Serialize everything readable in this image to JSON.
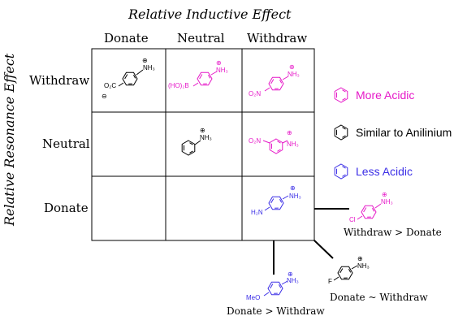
{
  "title": "Relative Inductive Effect",
  "y_title": "Relative Resonance Effect",
  "columns": [
    "Donate",
    "Neutral",
    "Withdraw"
  ],
  "rows": [
    "Withdraw",
    "Neutral",
    "Donate"
  ],
  "legend": [
    {
      "label": "More Acidic",
      "color": "#e619c8"
    },
    {
      "label": "Similar to Anilinium",
      "color": "#000000"
    },
    {
      "label": "Less Acidic",
      "color": "#3b2ee6"
    }
  ],
  "molecules": {
    "carboxylate": {
      "sub": "O₂C",
      "charge": "⊖",
      "amine": "NH₃",
      "color": "#000000"
    },
    "boronic": {
      "sub": "(HO)₂B",
      "amine": "NH₃",
      "color": "#e619c8"
    },
    "para_nitro": {
      "sub": "O₂N",
      "amine": "NH₃",
      "color": "#e619c8"
    },
    "anilinium": {
      "amine": "NH₃",
      "color": "#000000"
    },
    "meta_nitro": {
      "sub": "O₂N",
      "amine": "NH₃",
      "color": "#e619c8"
    },
    "para_amino": {
      "sub": "H₂N",
      "amine": "NH₃",
      "color": "#3b2ee6"
    },
    "chloro": {
      "sub": "Cl",
      "amine": "NH₃",
      "color": "#e619c8"
    },
    "fluoro": {
      "sub": "F",
      "amine": "NH₃",
      "color": "#000000"
    },
    "methoxy": {
      "sub": "MeO",
      "amine": "NH₃",
      "color": "#3b2ee6"
    }
  },
  "captions": {
    "chloro": "Withdraw > Donate",
    "fluoro": "Donate ~ Withdraw",
    "methoxy": "Donate > Withdraw"
  },
  "plus": "⊕"
}
